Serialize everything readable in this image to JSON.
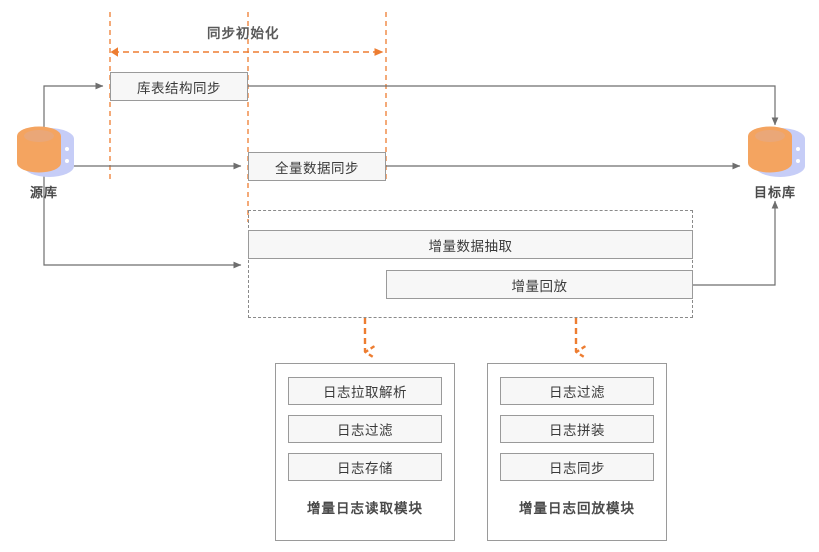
{
  "diagram": {
    "title_span": "同步初始化",
    "source_db": {
      "label": "源库",
      "icon": "database-icon"
    },
    "target_db": {
      "label": "目标库",
      "icon": "database-icon"
    },
    "stages": [
      {
        "id": "schema-sync",
        "label": "库表结构同步"
      },
      {
        "id": "full-sync",
        "label": "全量数据同步"
      },
      {
        "id": "incr-extract",
        "label": "增量数据抽取"
      },
      {
        "id": "incr-replay",
        "label": "增量回放"
      }
    ],
    "modules": [
      {
        "id": "log-read-module",
        "title": "增量日志读取模块",
        "rows": [
          "日志拉取解析",
          "日志过滤",
          "日志存储"
        ]
      },
      {
        "id": "log-replay-module",
        "title": "增量日志回放模块",
        "rows": [
          "日志过滤",
          "日志拼装",
          "日志同步"
        ]
      }
    ],
    "colors": {
      "accent_orange": "#ed7d31",
      "box_fill": "#f7f7f7",
      "box_border": "#9a9a9a",
      "wire": "#6e6e6e",
      "text": "#3a3a3a",
      "db_front": "#f4a460",
      "db_back": "#c6cdf7",
      "background": "#ffffff"
    }
  }
}
